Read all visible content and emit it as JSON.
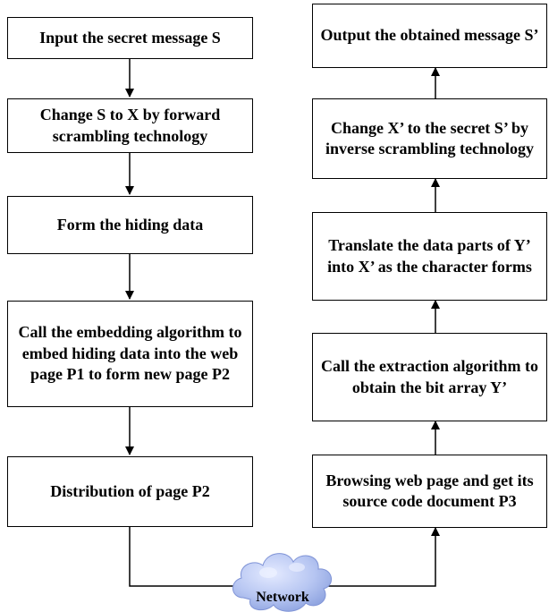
{
  "left_flow": {
    "step1": "Input the secret message S",
    "step2": "Change S to X by forward scrambling technology",
    "step3": "Form the hiding data",
    "step4": "Call the embedding algorithm to embed hiding data  into the web page P1 to form new page P2",
    "step5": "Distribution of page P2"
  },
  "right_flow": {
    "step1": "Browsing web page and get its source code document P3",
    "step2": "Call the extraction algorithm to obtain the bit array Y’",
    "step3": "Translate  the data parts of Y’  into  X’  as the character forms",
    "step4": "Change  X’  to the secret S’  by inverse scrambling technology",
    "step5": "Output the obtained message S’"
  },
  "network": {
    "label": "Network",
    "icon": "cloud-icon"
  },
  "colors": {
    "cloud_fill": "#b4c4f0",
    "cloud_light": "#dfe6ff",
    "line": "#000000"
  }
}
